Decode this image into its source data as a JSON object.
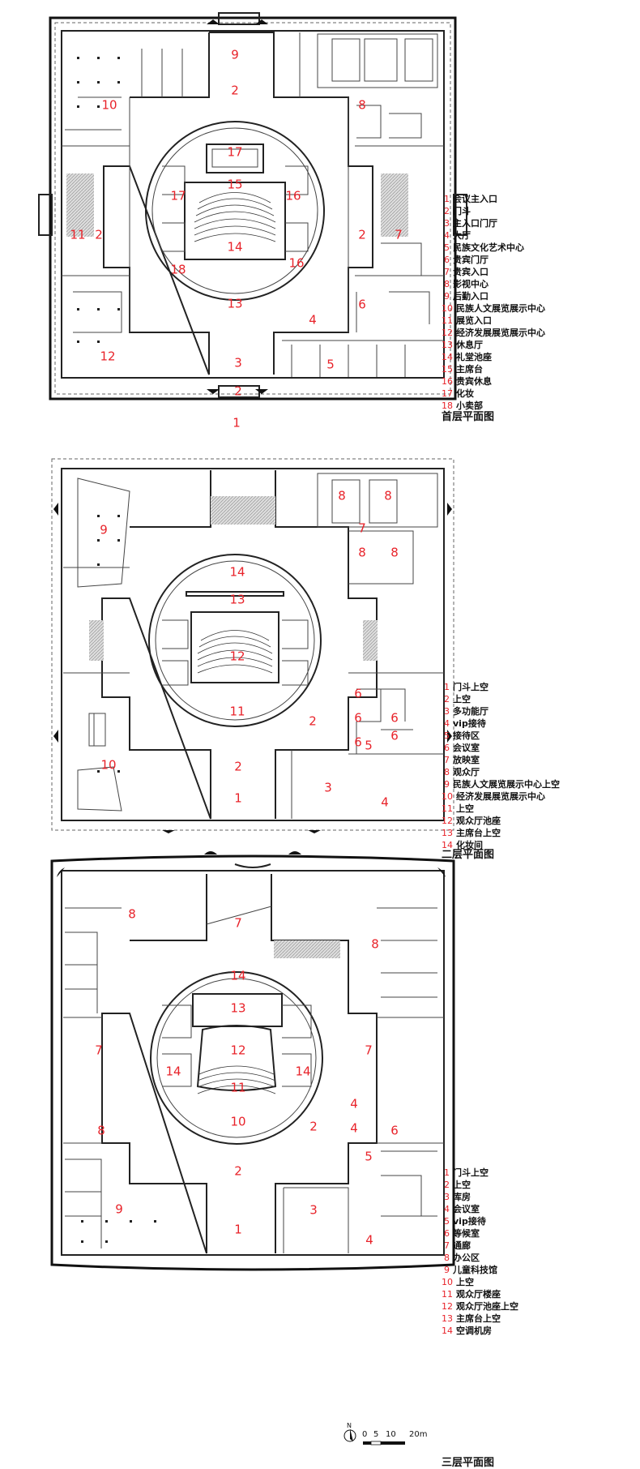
{
  "plans": [
    {
      "caption": "首层平面图",
      "legend": [
        {
          "n": "1",
          "t": "会议主入口"
        },
        {
          "n": "2",
          "t": "门斗"
        },
        {
          "n": "3",
          "t": "主入口门厅"
        },
        {
          "n": "4",
          "t": "大厅"
        },
        {
          "n": "5",
          "t": "民族文化艺术中心"
        },
        {
          "n": "6",
          "t": "贵宾门厅"
        },
        {
          "n": "7",
          "t": "贵宾入口"
        },
        {
          "n": "8",
          "t": "影视中心"
        },
        {
          "n": "9",
          "t": "后勤入口"
        },
        {
          "n": "10",
          "t": "民族人文展览展示中心"
        },
        {
          "n": "11",
          "t": "展览入口"
        },
        {
          "n": "12",
          "t": "经济发展展览展示中心"
        },
        {
          "n": "13",
          "t": "休息厅"
        },
        {
          "n": "14",
          "t": "礼堂池座"
        },
        {
          "n": "15",
          "t": "主席台"
        },
        {
          "n": "16",
          "t": "贵宾休息"
        },
        {
          "n": "17",
          "t": "化妆"
        },
        {
          "n": "18",
          "t": "小卖部"
        }
      ]
    },
    {
      "caption": "二层平面图",
      "legend": [
        {
          "n": "1",
          "t": "门斗上空"
        },
        {
          "n": "2",
          "t": "上空"
        },
        {
          "n": "3",
          "t": "多功能厅"
        },
        {
          "n": "4",
          "t": "vip接待"
        },
        {
          "n": "5",
          "t": "接待区"
        },
        {
          "n": "6",
          "t": "会议室"
        },
        {
          "n": "7",
          "t": "放映室"
        },
        {
          "n": "8",
          "t": "观众厅"
        },
        {
          "n": "9",
          "t": "民族人文展览展示中心上空"
        },
        {
          "n": "10",
          "t": "经济发展展览展示中心"
        },
        {
          "n": "11",
          "t": "上空"
        },
        {
          "n": "12",
          "t": "观众厅池座"
        },
        {
          "n": "13",
          "t": "主席台上空"
        },
        {
          "n": "14",
          "t": "化妆间"
        }
      ]
    },
    {
      "caption": "三层平面图",
      "legend": [
        {
          "n": "1",
          "t": "门斗上空"
        },
        {
          "n": "2",
          "t": "上空"
        },
        {
          "n": "3",
          "t": "库房"
        },
        {
          "n": "4",
          "t": "会议室"
        },
        {
          "n": "5",
          "t": "vip接待"
        },
        {
          "n": "6",
          "t": "等候室"
        },
        {
          "n": "7",
          "t": "通廊"
        },
        {
          "n": "8",
          "t": "办公区"
        },
        {
          "n": "9",
          "t": "儿童科技馆"
        },
        {
          "n": "10",
          "t": "上空"
        },
        {
          "n": "11",
          "t": "观众厅楼座"
        },
        {
          "n": "12",
          "t": "观众厅池座上空"
        },
        {
          "n": "13",
          "t": "主席台上空"
        },
        {
          "n": "14",
          "t": "空调机房"
        }
      ]
    }
  ],
  "room_labels": {
    "p1": [
      "9",
      "2",
      "10",
      "8",
      "17",
      "15",
      "17",
      "16",
      "11",
      "2",
      "14",
      "2",
      "7",
      "16",
      "18",
      "13",
      "6",
      "4",
      "12",
      "3",
      "5",
      "2",
      "1"
    ],
    "p2": [
      "8",
      "8",
      "9",
      "7",
      "8",
      "8",
      "14",
      "13",
      "12",
      "6",
      "6",
      "11",
      "6",
      "6",
      "2",
      "6",
      "5",
      "10",
      "2",
      "3",
      "4",
      "1"
    ],
    "p3": [
      "8",
      "7",
      "8",
      "14",
      "13",
      "7",
      "12",
      "7",
      "14",
      "14",
      "11",
      "4",
      "8",
      "10",
      "2",
      "4",
      "6",
      "5",
      "2",
      "9",
      "3",
      "4",
      "1"
    ]
  },
  "scale_bar": {
    "north": "N",
    "ticks": [
      "0",
      "5",
      "10",
      "20m"
    ]
  }
}
